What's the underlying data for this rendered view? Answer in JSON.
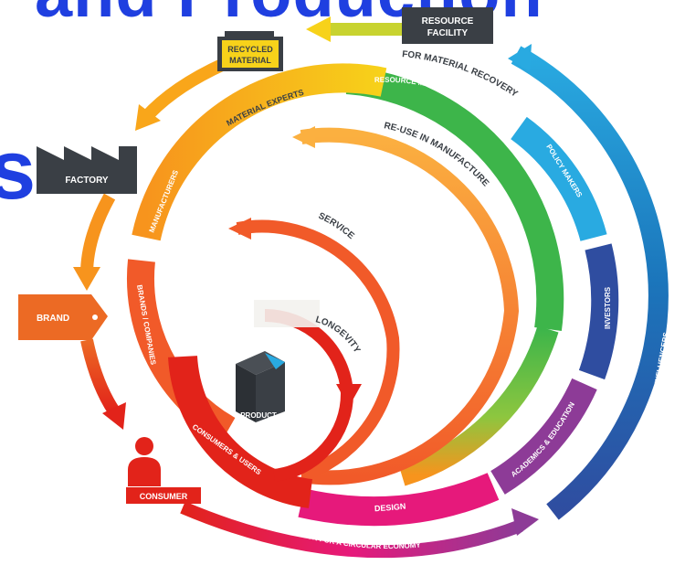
{
  "title_fragments": {
    "top": "and Production",
    "left": "s"
  },
  "colors": {
    "title": "#1f3fe0",
    "dark_box": "#3a3f45",
    "yellow_box": "#f7d21a",
    "orange_tag": "#ec6a24",
    "red": "#e2231a",
    "green": "#3db54a",
    "light_blue": "#29aae1",
    "navy": "#2f4da0",
    "purple": "#8d3b97",
    "magenta": "#e6197b"
  },
  "nodes": {
    "resource_facility": [
      "RESOURCE",
      "FACILITY"
    ],
    "recycled_material": [
      "RECYCLED",
      "MATERIAL"
    ],
    "factory": "FACTORY",
    "brand": "BRAND",
    "product": "PRODUCT",
    "consumer": "CONSUMER"
  },
  "arc_labels": {
    "material_experts": "MATERIAL EXPERTS",
    "manufacturers": "MANUFACTURERS",
    "brands_companies": "BRANDS / COMPANIES",
    "consumers_users": "CONSUMERS & USERS",
    "resource_management": "RESOURCE MANAGEMENT",
    "policy_makers": "POLICY MAKERS",
    "investors": "INVESTORS",
    "academics_education": "ACADEMICS & EDUCATION",
    "design": "DESIGN",
    "influencers": "INFLUENCERS"
  },
  "loop_labels": {
    "material_recovery": "FOR MATERIAL RECOVERY",
    "reuse_manufacture": "RE-USE IN MANUFACTURE",
    "service": "SERVICE",
    "longevity": "LONGEVITY",
    "circular_economy": "DESIGN FOR A CIRCULAR ECONOMY"
  }
}
